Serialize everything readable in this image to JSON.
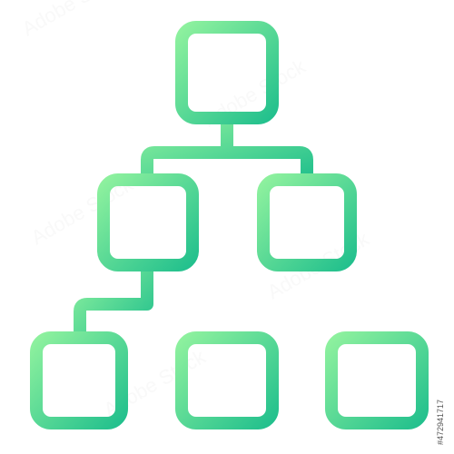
{
  "icon": {
    "name": "hierarchy-structure-icon",
    "gradient": {
      "start_color": "#8ef19e",
      "end_color": "#22c08d"
    },
    "nodes": [
      "top-node",
      "middle-left-node",
      "middle-right-node",
      "bottom-left-node",
      "bottom-middle-node",
      "bottom-right-node"
    ]
  },
  "watermark": {
    "brand": "Adobe Stock",
    "id_text": "#472941717"
  }
}
